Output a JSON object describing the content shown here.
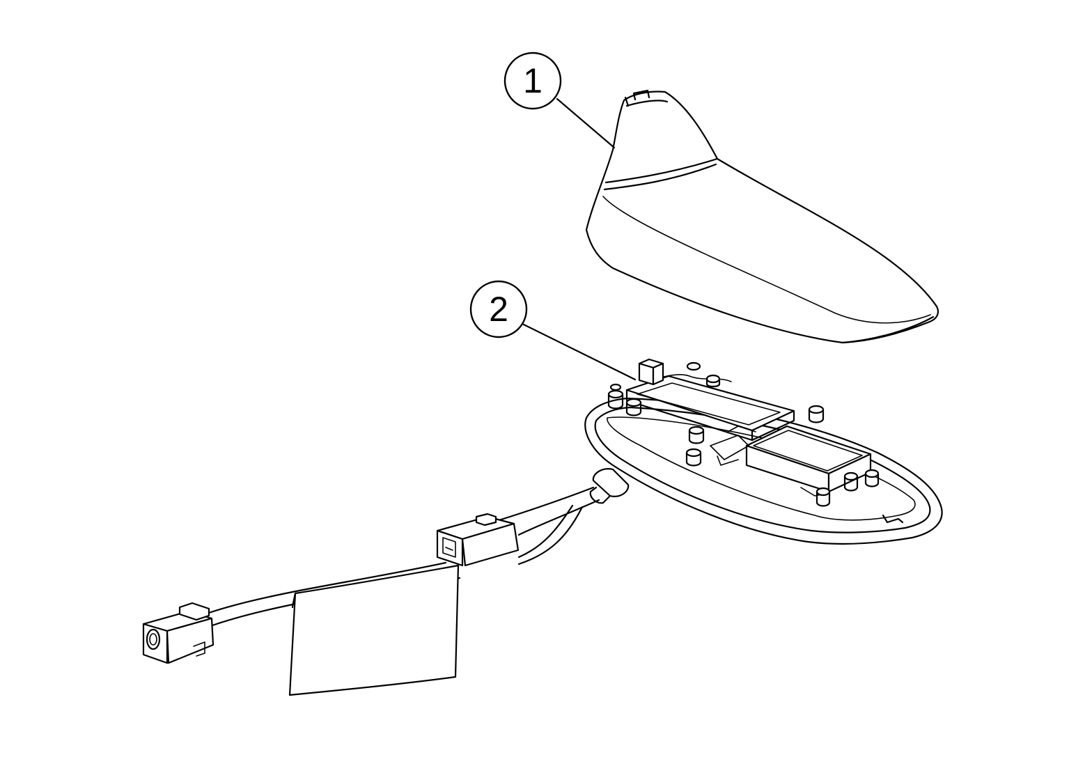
{
  "diagram": {
    "callouts": [
      {
        "label": "1",
        "part": "antenna-cover"
      },
      {
        "label": "2",
        "part": "antenna-base-assembly"
      }
    ]
  },
  "colors": {
    "line": "#000000",
    "background": "#ffffff"
  }
}
